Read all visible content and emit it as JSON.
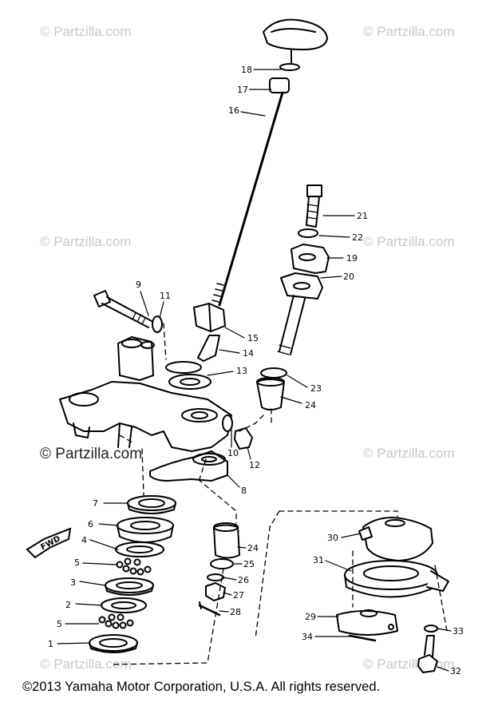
{
  "watermark": "© Partzilla.com",
  "copyright": "©2013 Yamaha Motor Corporation, U.S.A. All rights reserved.",
  "fwd_label": "FWD",
  "callouts": [
    "1",
    "2",
    "3",
    "4",
    "5",
    "5",
    "6",
    "7",
    "8",
    "9",
    "10",
    "11",
    "12",
    "13",
    "14",
    "15",
    "16",
    "17",
    "18",
    "19",
    "20",
    "21",
    "22",
    "23",
    "24",
    "24",
    "25",
    "26",
    "27",
    "28",
    "29",
    "30",
    "31",
    "32",
    "33",
    "34"
  ]
}
